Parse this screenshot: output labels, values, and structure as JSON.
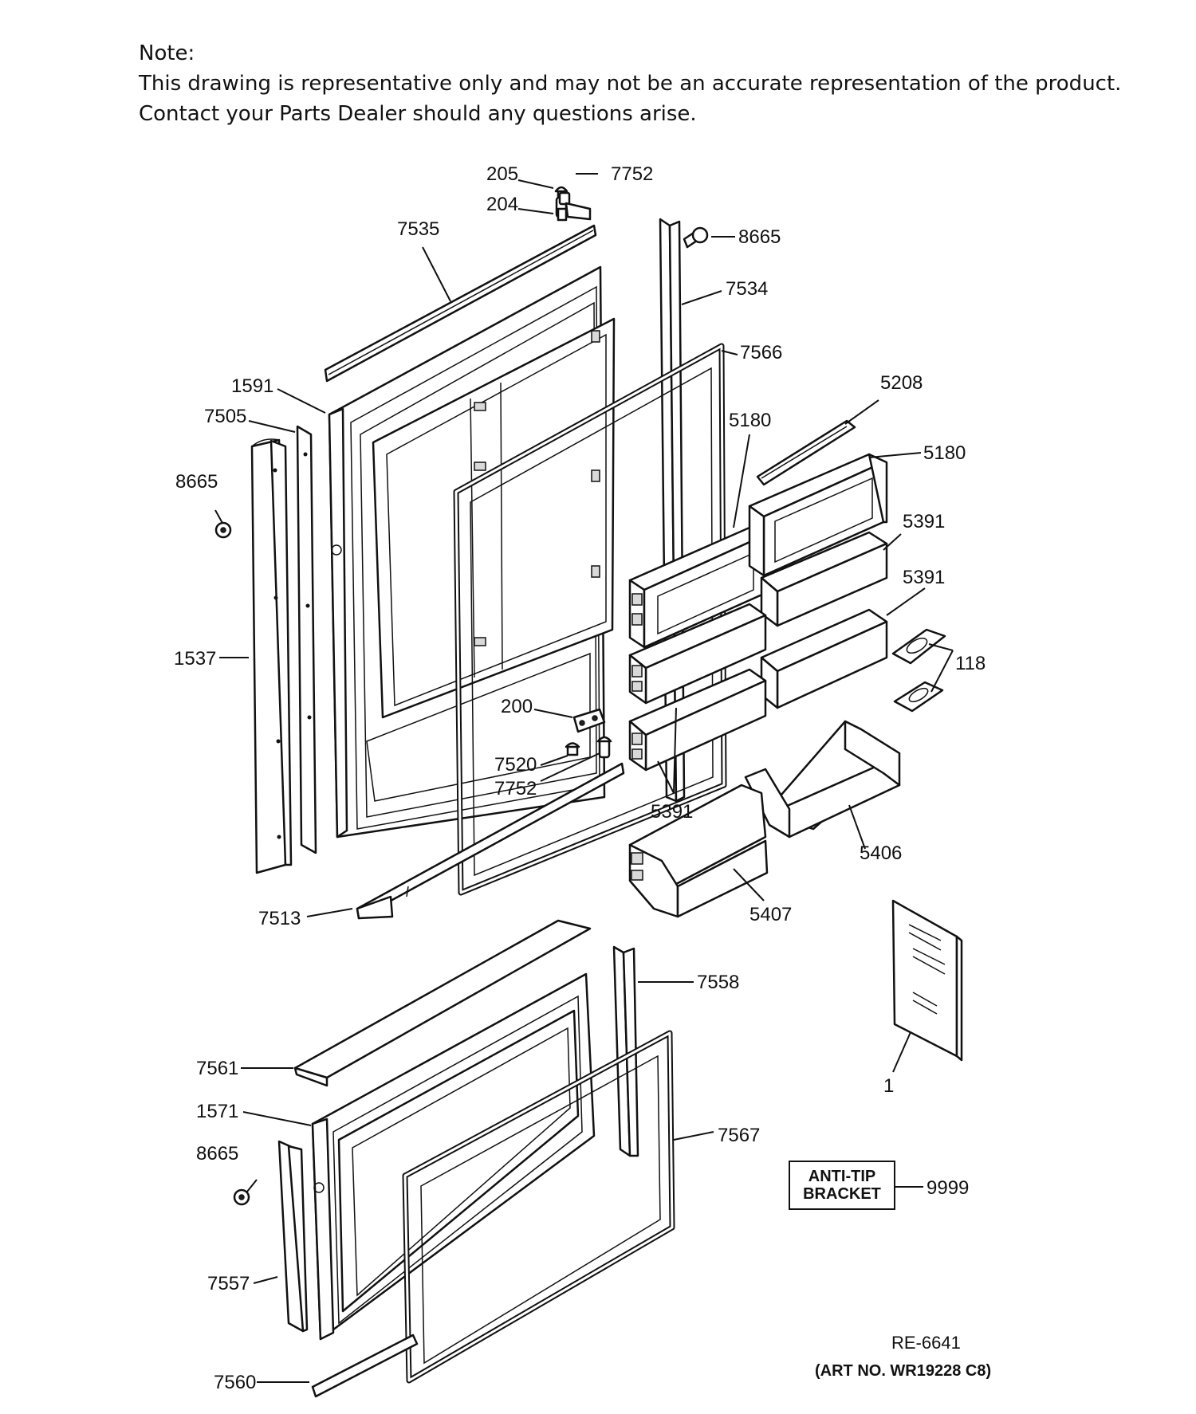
{
  "note": {
    "line1": "Note:",
    "line2": "This drawing is representative only and may not be an accurate representation of the product.",
    "line3": "Contact your Parts Dealer should any questions arise."
  },
  "part_labels": {
    "p205": "205",
    "p7752_top": "7752",
    "p204": "204",
    "p7535": "7535",
    "p8665_top": "8665",
    "p7534": "7534",
    "p7566": "7566",
    "p1591": "1591",
    "p7505": "7505",
    "p5208": "5208",
    "p5180_a": "5180",
    "p5180_b": "5180",
    "p8665_left": "8665",
    "p5391_a": "5391",
    "p5391_b": "5391",
    "p1537": "1537",
    "p118": "118",
    "p200": "200",
    "p7520": "7520",
    "p7752_mid": "7752",
    "p5391_c": "5391",
    "p5406": "5406",
    "p7513": "7513",
    "p5407": "5407",
    "p7558": "7558",
    "p7561": "7561",
    "p1": "1",
    "p1571": "1571",
    "p7567": "7567",
    "p8665_low": "8665",
    "p9999": "9999",
    "p7557": "7557",
    "p7560": "7560"
  },
  "anti_tip": {
    "line1": "ANTI-TIP",
    "line2": "BRACKET"
  },
  "footer": {
    "drawing_no": "RE-6641",
    "art_no": "(ART NO. WR19228 C8)"
  }
}
